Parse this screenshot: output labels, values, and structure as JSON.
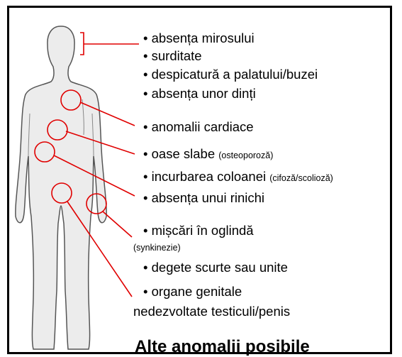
{
  "bullet": "•",
  "title": "Alte anomalii posibile",
  "colors": {
    "marker": "#e00000",
    "body_fill": "#ececec",
    "body_outline": "#555555",
    "frame": "#000000"
  },
  "items": [
    {
      "text": "absența mirosului"
    },
    {
      "text": "surditate"
    },
    {
      "text": "despicatură a palatului/buzei"
    },
    {
      "text": "absența unor dinți"
    },
    {
      "text": "anomalii cardiace"
    },
    {
      "text": "oase slabe",
      "note": "(osteoporoză)"
    },
    {
      "text": "incurbarea coloanei",
      "note": "(cifoză/scolioză)"
    },
    {
      "text": "absența unui rinichi"
    },
    {
      "text": "mișcări în oglindă",
      "note": "(synkinezie)"
    },
    {
      "text": "degete scurte sau unite"
    },
    {
      "text": "organe genitale",
      "line2": "nedezvoltate  testiculi/penis"
    }
  ]
}
